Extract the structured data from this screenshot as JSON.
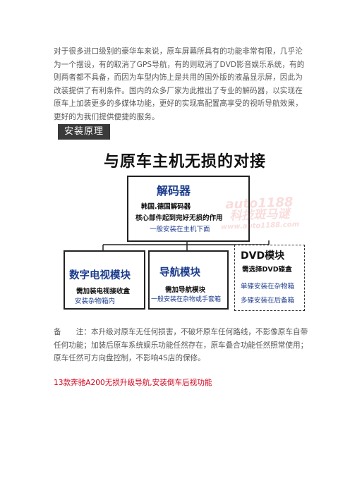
{
  "intro_paragraph": "对于很多进口级别的豪华车来说，原车屏幕所具有的功能非常有限，几乎沦为一个摆设，有的取消了GPS导航，有的则取消了DVD影音娱乐系统，有的则两者都不具备，而因为车型内饰上是共用的国外版的液晶显示屏，因此为改装提供了有利条件。国内的众多厂家为此推出了专业的解码器，以实现在原车上加装更多的多媒体功能，更好的实现高配置高享受的视听导航效果，更好的为我们提供便捷的服务。",
  "section_title": "安装原理",
  "diagram": {
    "title": "与原车主机无损的对接",
    "decoder": {
      "heading": "解码器",
      "line1": "韩国.德国解码器",
      "line2": "核心部件起到完好无损的作用",
      "line3": "一般安装在主机下面"
    },
    "tv_module": {
      "heading": "数字电视模块",
      "line1": "需加装电视接收盒",
      "line2": "安装杂物箱内"
    },
    "nav_module": {
      "heading": "导航模块",
      "line1": "需加导航模块",
      "line2": "一般安装在杂物或手套箱"
    },
    "dvd_module": {
      "heading": "DVD模块",
      "line1": "需选择DVD碟盒",
      "line2": "单碟安装在杂物箱",
      "line3": "多碟安装在后备箱"
    },
    "watermark": {
      "line1": "auto1188",
      "line2": "科技斑马谜",
      "line3": "www.auto1188.com"
    }
  },
  "note": {
    "label": "备　　注：",
    "text": "本升级对原车无任何损害，不破坏原车任何路线，不影像原车自带任何功能；加装后原车系统娱乐功能任然存在，原车叠合功能任然照常使用；原车任然可方向盘控制，不影响4S店的保修。"
  },
  "link_text": "13款奔驰A200无损升级导航,安装倒车后视功能",
  "colors": {
    "link_red": "#d0021b",
    "heading_blue": "#1a3b8c",
    "section_bg": "#3a3a3a"
  }
}
